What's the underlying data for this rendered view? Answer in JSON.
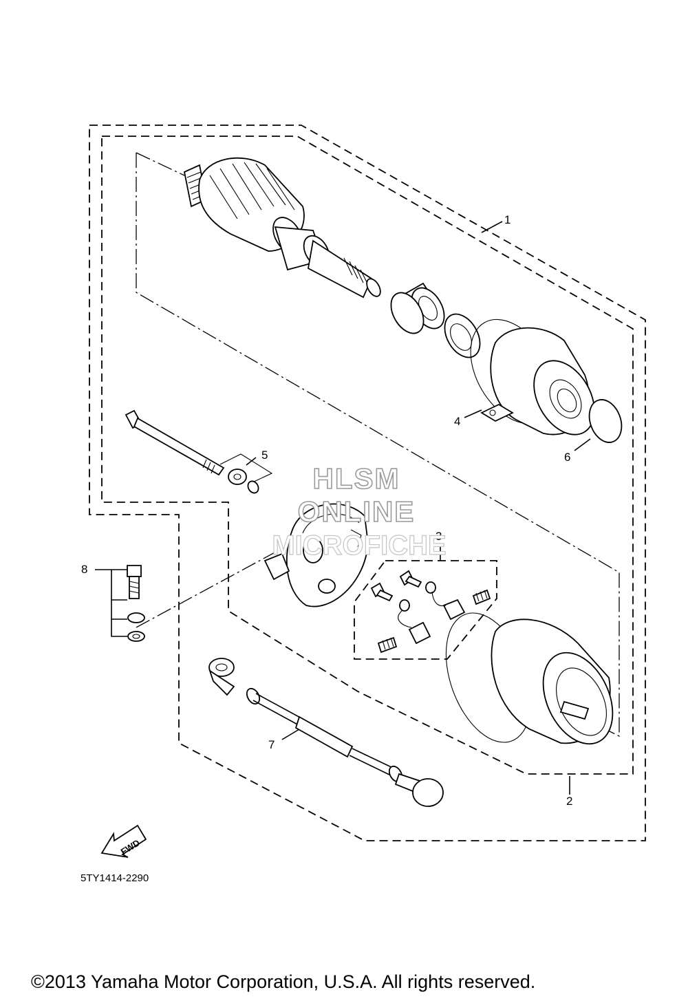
{
  "diagram": {
    "callouts": [
      {
        "id": "1",
        "label": "1"
      },
      {
        "id": "2",
        "label": "2"
      },
      {
        "id": "3",
        "label": "3"
      },
      {
        "id": "4",
        "label": "4"
      },
      {
        "id": "5",
        "label": "5"
      },
      {
        "id": "6",
        "label": "6"
      },
      {
        "id": "7",
        "label": "7"
      },
      {
        "id": "8",
        "label": "8"
      }
    ],
    "fwd_label": "FWD",
    "part_code": "5TY1414-2290",
    "watermark": {
      "line1": "HLSM",
      "line2": "ONLINE",
      "line3": "MICROFICHE"
    }
  },
  "footer": {
    "copyright": "©2013 Yamaha Motor Corporation, U.S.A. All rights reserved."
  }
}
